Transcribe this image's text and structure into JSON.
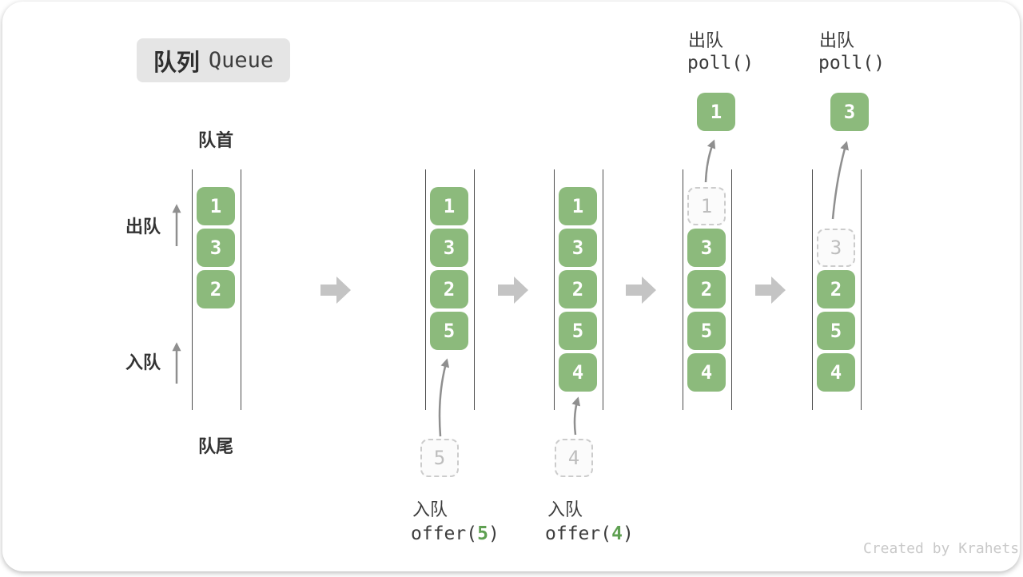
{
  "title": {
    "cn": "队列",
    "en": "Queue"
  },
  "labels": {
    "front": "队首",
    "rear": "队尾",
    "dequeue_side": "出队",
    "enqueue_side": "入队"
  },
  "states": {
    "s1": {
      "cells": [
        "1",
        "3",
        "2"
      ]
    },
    "s2": {
      "cells": [
        "1",
        "3",
        "2",
        "5"
      ],
      "incoming": "5",
      "op_cn": "入队",
      "code_pre": "offer(",
      "code_arg": "5",
      "code_post": ")"
    },
    "s3": {
      "cells": [
        "1",
        "3",
        "2",
        "5",
        "4"
      ],
      "incoming": "4",
      "op_cn": "入队",
      "code_pre": "offer(",
      "code_arg": "4",
      "code_post": ")"
    },
    "s4": {
      "removed": "1",
      "cells": [
        "3",
        "2",
        "5",
        "4"
      ],
      "popped": "1",
      "op_cn": "出队",
      "code": "poll()"
    },
    "s5": {
      "removed": "3",
      "cells": [
        "2",
        "5",
        "4"
      ],
      "popped": "3",
      "op_cn": "出队",
      "code": "poll()"
    }
  },
  "watermark": "Created by Krahets",
  "colors": {
    "cell_green": "#8cba7c",
    "code_accent_green": "#5fa052",
    "rail_line": "#4d4d4d",
    "state_arrow_gray": "#c4c4c4",
    "flow_arrow_gray": "#8f8f8f",
    "dashed_border": "#cccccc",
    "badge_bg": "#e5e5e5"
  }
}
